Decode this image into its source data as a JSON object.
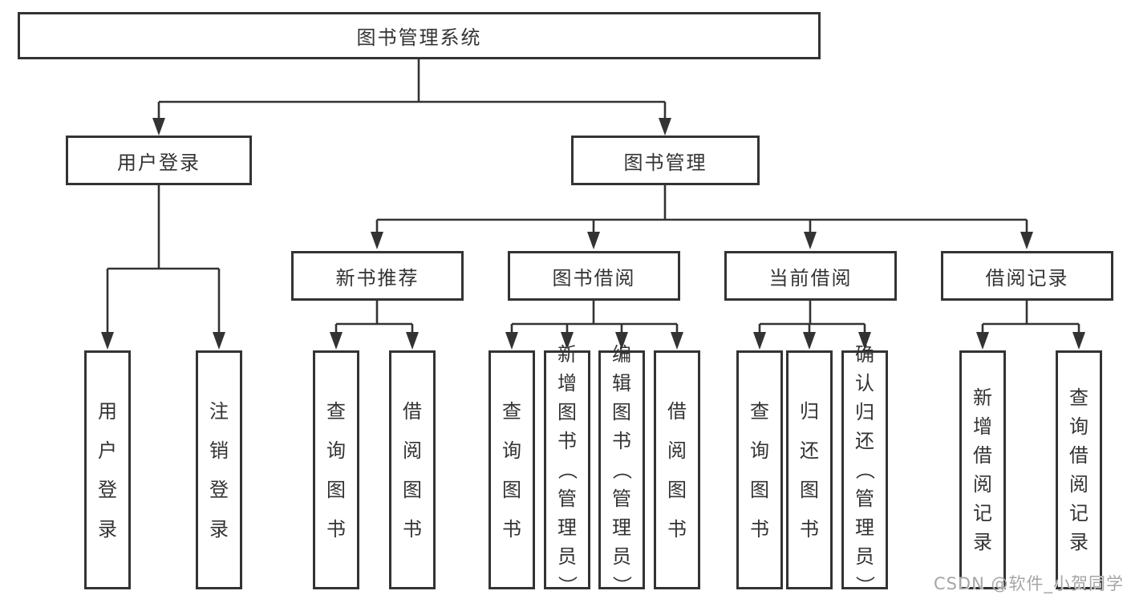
{
  "tree": {
    "root": {
      "label": "图书管理系统",
      "children": [
        {
          "label": "用户登录",
          "children": [
            {
              "label": "用户登录"
            },
            {
              "label": "注销登录"
            }
          ]
        },
        {
          "label": "图书管理",
          "children": [
            {
              "label": "新书推荐",
              "children": [
                {
                  "label": "查询图书"
                },
                {
                  "label": "借阅图书"
                }
              ]
            },
            {
              "label": "图书借阅",
              "children": [
                {
                  "label": "查询图书"
                },
                {
                  "label": "新增图书（管理员）"
                },
                {
                  "label": "编辑图书（管理员）"
                },
                {
                  "label": "借阅图书"
                }
              ]
            },
            {
              "label": "当前借阅",
              "children": [
                {
                  "label": "查询图书"
                },
                {
                  "label": "归还图书"
                },
                {
                  "label": "确认归还（管理员）"
                }
              ]
            },
            {
              "label": "借阅记录",
              "children": [
                {
                  "label": "新增借阅记录"
                },
                {
                  "label": "查询借阅记录"
                }
              ]
            }
          ]
        }
      ]
    }
  },
  "watermark": {
    "text": "CSDN @软件_小贺同学"
  },
  "colors": {
    "line": "#333333",
    "text": "#333333",
    "watermark": "#a6a6a6",
    "background": "#ffffff"
  }
}
